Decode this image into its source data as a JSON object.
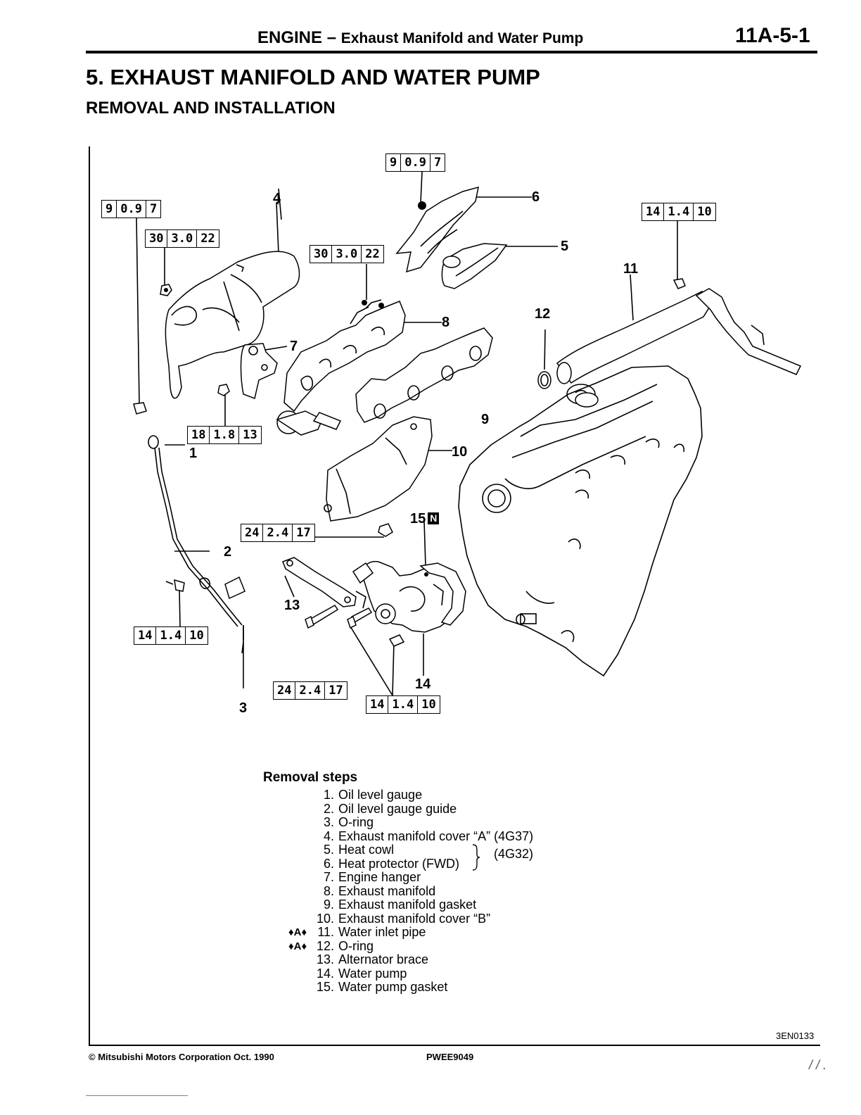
{
  "header": {
    "title": "ENGINE",
    "separator": "–",
    "subtitle": "Exhaust Manifold and Water Pump",
    "page_number": "11A-5-1"
  },
  "section": {
    "title": "5. EXHAUST MANIFOLD AND WATER PUMP",
    "subtitle": "REMOVAL AND INSTALLATION"
  },
  "torque_specs": [
    {
      "id": "t1",
      "values": [
        "9",
        "0.9",
        "7"
      ]
    },
    {
      "id": "t2",
      "values": [
        "9",
        "0.9",
        "7"
      ]
    },
    {
      "id": "t3",
      "values": [
        "30",
        "3.0",
        "22"
      ]
    },
    {
      "id": "t4",
      "values": [
        "30",
        "3.0",
        "22"
      ]
    },
    {
      "id": "t5",
      "values": [
        "14",
        "1.4",
        "10"
      ]
    },
    {
      "id": "t6",
      "values": [
        "18",
        "1.8",
        "13"
      ]
    },
    {
      "id": "t7",
      "values": [
        "24",
        "2.4",
        "17"
      ]
    },
    {
      "id": "t8",
      "values": [
        "14",
        "1.4",
        "10"
      ]
    },
    {
      "id": "t9",
      "values": [
        "24",
        "2.4",
        "17"
      ]
    },
    {
      "id": "t10",
      "values": [
        "14",
        "1.4",
        "10"
      ]
    }
  ],
  "callouts": [
    "1",
    "2",
    "3",
    "4",
    "5",
    "6",
    "7",
    "8",
    "9",
    "10",
    "11",
    "12",
    "13",
    "14",
    "15"
  ],
  "new_part_badge": "N",
  "removal": {
    "heading": "Removal steps",
    "steps": [
      {
        "mark": "",
        "num": "1.",
        "text": "Oil level gauge"
      },
      {
        "mark": "",
        "num": "2.",
        "text": "Oil level gauge guide"
      },
      {
        "mark": "",
        "num": "3.",
        "text": "O-ring"
      },
      {
        "mark": "",
        "num": "4.",
        "text": "Exhaust manifold cover “A” (4G37)"
      },
      {
        "mark": "",
        "num": "5.",
        "text": "Heat cowl"
      },
      {
        "mark": "",
        "num": "6.",
        "text": "Heat protector (FWD)"
      },
      {
        "mark": "",
        "num": "7.",
        "text": "Engine hanger"
      },
      {
        "mark": "",
        "num": "8.",
        "text": "Exhaust manifold"
      },
      {
        "mark": "",
        "num": "9.",
        "text": "Exhaust manifold gasket"
      },
      {
        "mark": "",
        "num": "10.",
        "text": "Exhaust manifold cover “B”"
      },
      {
        "mark": "♦A♦",
        "num": "11.",
        "text": "Water inlet pipe"
      },
      {
        "mark": "♦A♦",
        "num": "12.",
        "text": "O-ring"
      },
      {
        "mark": "",
        "num": "13.",
        "text": "Alternator brace"
      },
      {
        "mark": "",
        "num": "14.",
        "text": "Water pump"
      },
      {
        "mark": "",
        "num": "15.",
        "text": "Water pump gasket"
      }
    ],
    "brace_note": "(4G32)"
  },
  "figure_code": "3EN0133",
  "footer": {
    "copyright": "© Mitsubishi Motors Corporation   Oct. 1990",
    "publication_code": "PWEE9049",
    "page_mark": "/ / ."
  }
}
